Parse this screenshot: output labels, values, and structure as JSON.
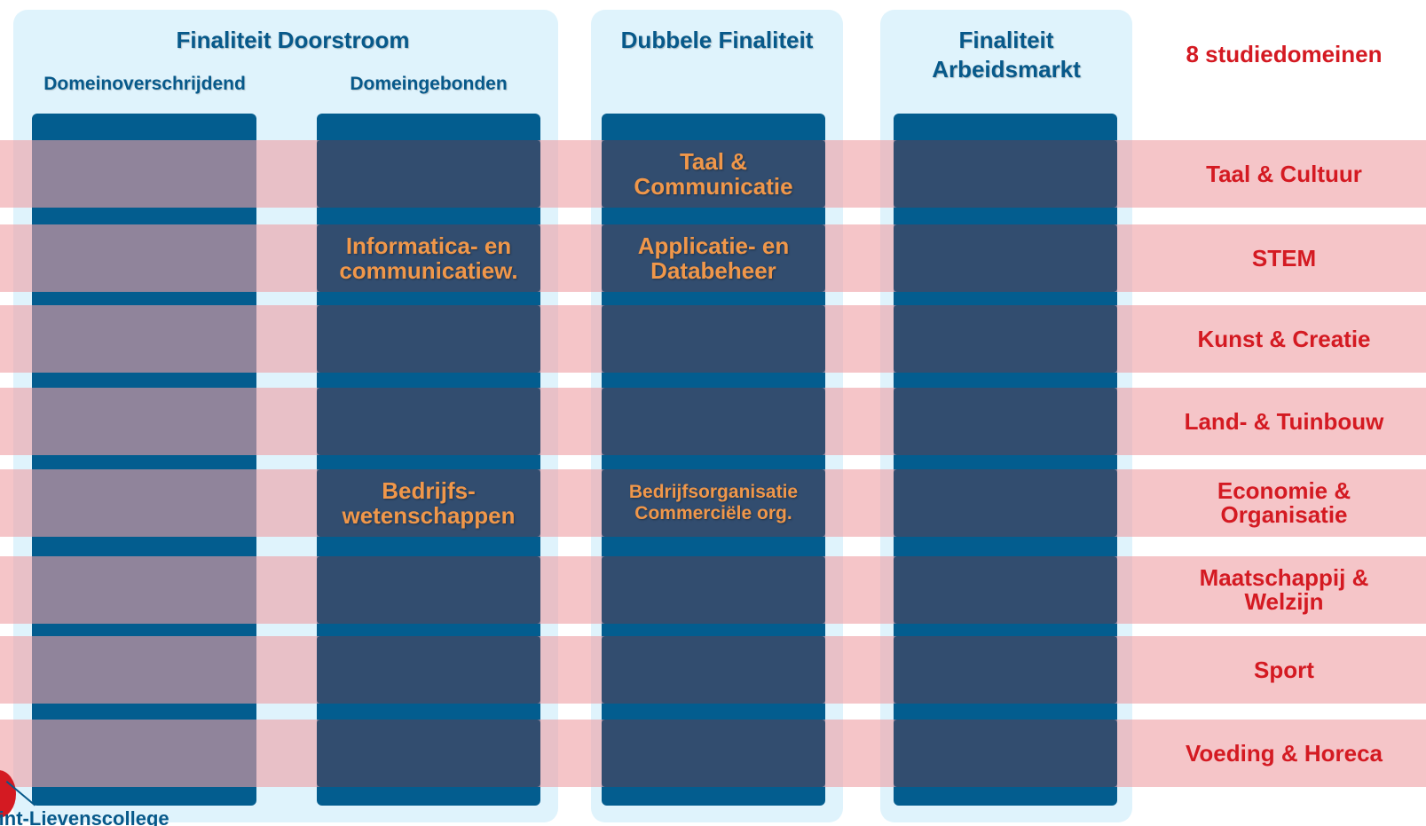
{
  "colors": {
    "panel_bg": "#dff3fc",
    "column_blue": "#035d8f",
    "cell_dark": "#324d6f",
    "band_pink": "#f3c3c7",
    "header_blue": "#07598a",
    "accent_orange": "#f0974a",
    "domain_red": "#d41a22"
  },
  "headers": {
    "doorstroom": "Finaliteit Doorstroom",
    "domeinoverschrijdend": "Domeinoverschrijdend",
    "domeingebonden": "Domeingebonden",
    "dubbele": "Dubbele Finaliteit",
    "arbeidsmarkt_line1": "Finaliteit",
    "arbeidsmarkt_line2": "Arbeidsmarkt",
    "studiedomeinen": "8 studiedomeinen"
  },
  "domains": [
    {
      "line1": "Taal & Cultuur",
      "line2": ""
    },
    {
      "line1": "STEM",
      "line2": ""
    },
    {
      "line1": "Kunst & Creatie",
      "line2": ""
    },
    {
      "line1": "Land- & Tuinbouw",
      "line2": ""
    },
    {
      "line1": "Economie &",
      "line2": "Organisatie"
    },
    {
      "line1": "Maatschappij &",
      "line2": "Welzijn"
    },
    {
      "line1": "Sport",
      "line2": ""
    },
    {
      "line1": "Voeding & Horeca",
      "line2": ""
    }
  ],
  "courses": {
    "informatica": {
      "line1": "Informatica- en",
      "line2": "communicatiew."
    },
    "bedrijfswetenschappen": {
      "line1": "Bedrijfs-",
      "line2": "wetenschappen"
    },
    "taal_communicatie": {
      "line1": "Taal &",
      "line2": "Communicatie"
    },
    "applicatie": {
      "line1": "Applicatie- en",
      "line2": "Databeheer"
    },
    "bedrijfsorganisatie": {
      "line1": "Bedrijfsorganisatie",
      "line2": "Commerciële org."
    }
  },
  "logo": {
    "text": "Sint-Lievenscollege"
  }
}
